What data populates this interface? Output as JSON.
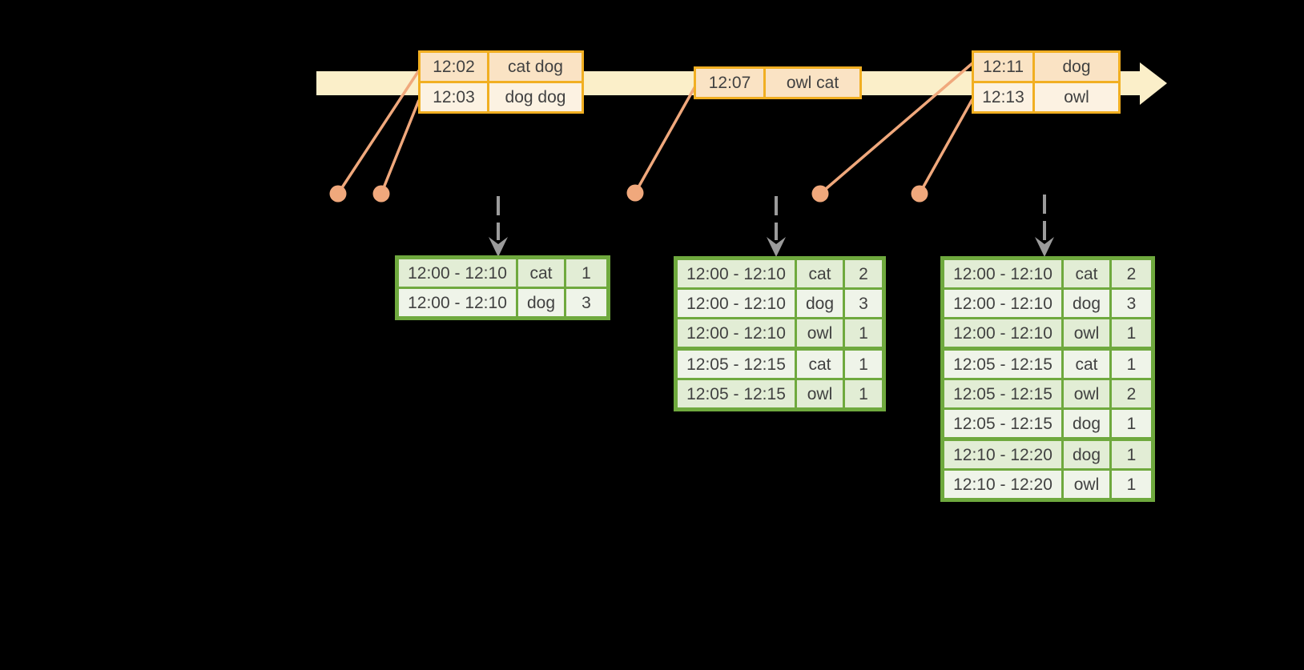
{
  "events": {
    "boxes": [
      {
        "rows": [
          {
            "time": "12:02",
            "words": "cat dog"
          },
          {
            "time": "12:03",
            "words": "dog dog"
          }
        ]
      },
      {
        "rows": [
          {
            "time": "12:07",
            "words": "owl cat"
          }
        ]
      },
      {
        "rows": [
          {
            "time": "12:11",
            "words": "dog"
          },
          {
            "time": "12:13",
            "words": "owl"
          }
        ]
      }
    ]
  },
  "result_tables": [
    {
      "rows": [
        {
          "window": "12:00 - 12:10",
          "word": "cat",
          "count": "1"
        },
        {
          "window": "12:00 - 12:10",
          "word": "dog",
          "count": "3"
        }
      ]
    },
    {
      "rows": [
        {
          "window": "12:00 - 12:10",
          "word": "cat",
          "count": "2"
        },
        {
          "window": "12:00 - 12:10",
          "word": "dog",
          "count": "3"
        },
        {
          "window": "12:00 - 12:10",
          "word": "owl",
          "count": "1"
        },
        {
          "window": "12:05 - 12:15",
          "word": "cat",
          "count": "1"
        },
        {
          "window": "12:05 - 12:15",
          "word": "owl",
          "count": "1"
        }
      ]
    },
    {
      "rows": [
        {
          "window": "12:00 - 12:10",
          "word": "cat",
          "count": "2"
        },
        {
          "window": "12:00 - 12:10",
          "word": "dog",
          "count": "3"
        },
        {
          "window": "12:00 - 12:10",
          "word": "owl",
          "count": "1"
        },
        {
          "window": "12:05 - 12:15",
          "word": "cat",
          "count": "1"
        },
        {
          "window": "12:05 - 12:15",
          "word": "owl",
          "count": "2"
        },
        {
          "window": "12:05 - 12:15",
          "word": "dog",
          "count": "1"
        },
        {
          "window": "12:10 - 12:20",
          "word": "dog",
          "count": "1"
        },
        {
          "window": "12:10 - 12:20",
          "word": "owl",
          "count": "1"
        }
      ]
    }
  ],
  "colors": {
    "background": "#000000",
    "timeline_fill": "#FBEFC9",
    "event_border": "#F1AF22",
    "event_fill_a": "#FAE3C4",
    "event_fill_b": "#FCF2E2",
    "marker": "#F0A87C",
    "trigger_arrow": "#9B9B9B",
    "table_border": "#6FA93E",
    "table_fill_a": "#E2EDD5",
    "table_fill_b": "#EFF4E9",
    "text": "#414141"
  }
}
